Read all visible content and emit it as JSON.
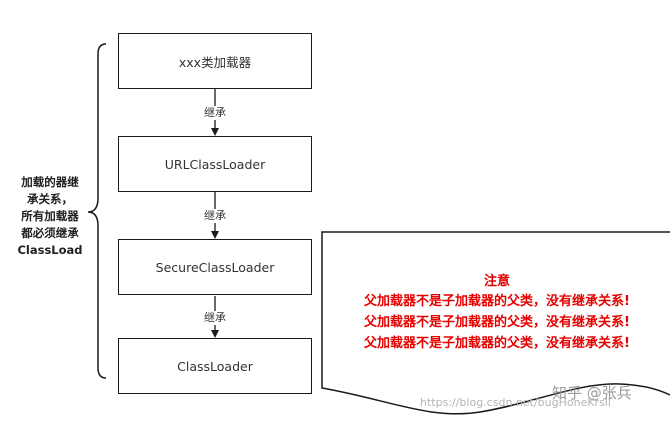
{
  "diagram": {
    "nodes": [
      {
        "id": "n1",
        "label": "xxx类加载器"
      },
      {
        "id": "n2",
        "label": "URLClassLoader"
      },
      {
        "id": "n3",
        "label": "SecureClassLoader"
      },
      {
        "id": "n4",
        "label": "ClassLoader"
      }
    ],
    "edges": [
      {
        "from": "n1",
        "to": "n2",
        "label": "继承"
      },
      {
        "from": "n2",
        "to": "n3",
        "label": "继承"
      },
      {
        "from": "n3",
        "to": "n4",
        "label": "继承"
      }
    ],
    "side_note_lines": [
      "加载的器继",
      "承关系，",
      "所有加载器",
      "都必须继承",
      "ClassLoad"
    ],
    "callout": {
      "title": "注意",
      "lines": [
        "父加载器不是子加载器的父类，没有继承关系!",
        "父加载器不是子加载器的父类，没有继承关系!",
        "父加载器不是子加载器的父类，没有继承关系!"
      ],
      "color": "#e60000"
    }
  },
  "watermarks": {
    "brand": "知乎 @张兵",
    "url": "https://blog.csdn.net/bugHoneKrsll"
  }
}
